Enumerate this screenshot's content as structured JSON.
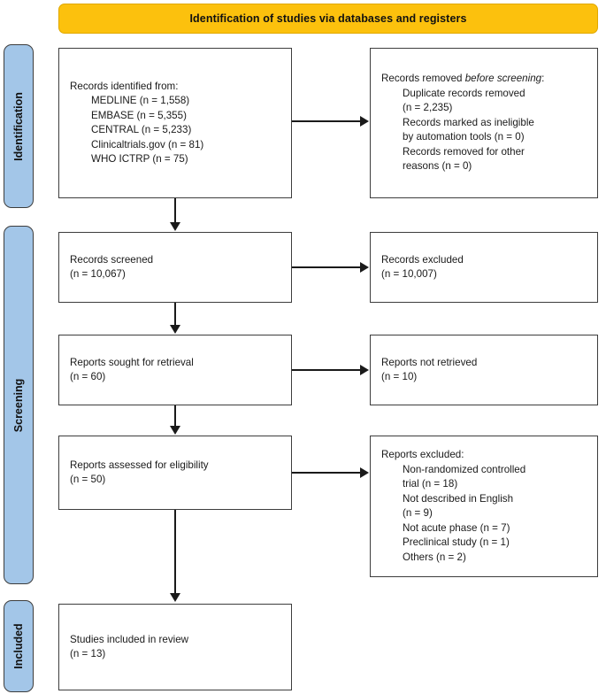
{
  "banner": {
    "title": "Identification of studies via databases and registers",
    "color": "#fcc10d"
  },
  "stages": {
    "identification": "Identification",
    "screening": "Screening",
    "included": "Included",
    "color": "#a3c6e8"
  },
  "boxes": {
    "identified": {
      "heading": "Records identified from:",
      "items": [
        "MEDLINE (n = 1,558)",
        "EMBASE (n = 5,355)",
        "CENTRAL (n = 5,233)",
        "Clinicaltrials.gov (n = 81)",
        "WHO ICTRP (n = 75)"
      ]
    },
    "removed": {
      "heading_pre": "Records removed ",
      "heading_em": "before screening",
      "heading_post": ":",
      "items": [
        "Duplicate records removed",
        "(n = 2,235)",
        "Records marked as ineligible",
        "by automation tools (n = 0)",
        "Records removed for other",
        "reasons (n = 0)"
      ]
    },
    "screened": {
      "line1": "Records screened",
      "line2": "(n = 10,067)"
    },
    "excluded": {
      "line1": "Records excluded",
      "line2": "(n = 10,007)"
    },
    "sought": {
      "line1": "Reports sought for retrieval",
      "line2": "(n = 60)"
    },
    "not_retrieved": {
      "line1": "Reports not retrieved",
      "line2": "(n = 10)"
    },
    "assessed": {
      "line1": "Reports assessed for eligibility",
      "line2": "(n = 50)"
    },
    "reports_excluded": {
      "heading": "Reports excluded:",
      "items": [
        "Non-randomized controlled",
        "trial (n = 18)",
        "Not described in English",
        "(n = 9)",
        "Not acute phase (n = 7)",
        "Preclinical study (n = 1)",
        "Others (n = 2)"
      ]
    },
    "included": {
      "line1": "Studies included in review",
      "line2": "(n = 13)"
    }
  }
}
